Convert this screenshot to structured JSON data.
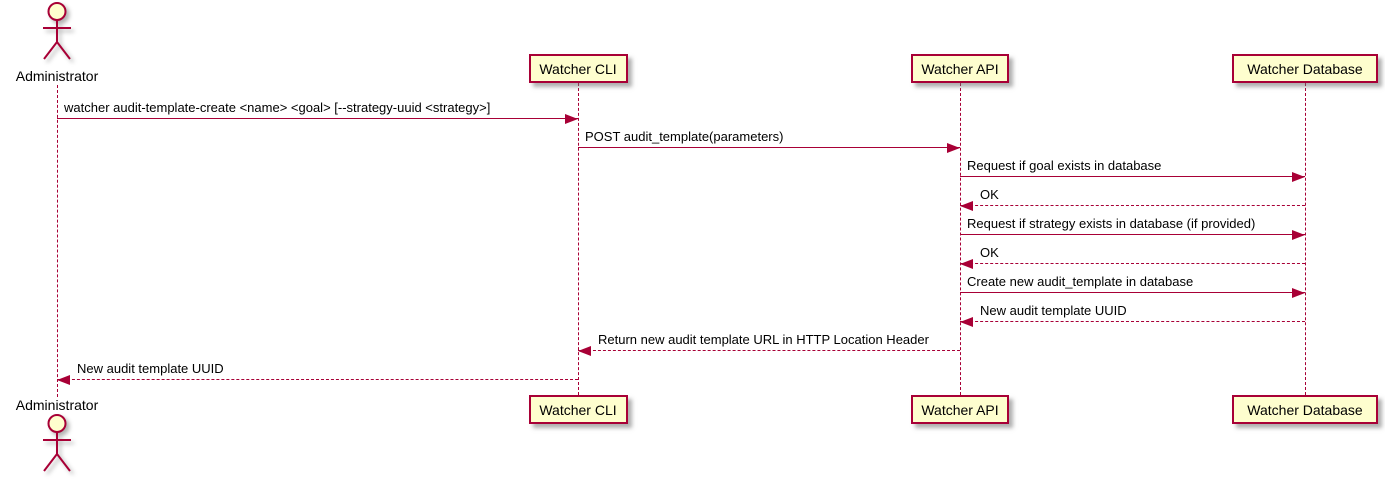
{
  "diagram": {
    "type": "sequence-diagram",
    "participants": [
      {
        "id": "administrator",
        "kind": "actor",
        "label": "Administrator"
      },
      {
        "id": "watcher-cli",
        "kind": "participant",
        "label": "Watcher CLI"
      },
      {
        "id": "watcher-api",
        "kind": "participant",
        "label": "Watcher API"
      },
      {
        "id": "watcher-database",
        "kind": "participant",
        "label": "Watcher Database"
      }
    ],
    "messages": [
      {
        "from": "administrator",
        "to": "watcher-cli",
        "text": "watcher audit-template-create <name> <goal> [--strategy-uuid <strategy>]",
        "line": "solid"
      },
      {
        "from": "watcher-cli",
        "to": "watcher-api",
        "text": "POST audit_template(parameters)",
        "line": "solid"
      },
      {
        "from": "watcher-api",
        "to": "watcher-database",
        "text": "Request if goal exists in database",
        "line": "solid"
      },
      {
        "from": "watcher-database",
        "to": "watcher-api",
        "text": "OK",
        "line": "dashed"
      },
      {
        "from": "watcher-api",
        "to": "watcher-database",
        "text": "Request if strategy exists in database (if provided)",
        "line": "solid"
      },
      {
        "from": "watcher-database",
        "to": "watcher-api",
        "text": "OK",
        "line": "dashed"
      },
      {
        "from": "watcher-api",
        "to": "watcher-database",
        "text": "Create new audit_template in database",
        "line": "solid"
      },
      {
        "from": "watcher-database",
        "to": "watcher-api",
        "text": "New audit template UUID",
        "line": "dashed"
      },
      {
        "from": "watcher-api",
        "to": "watcher-cli",
        "text": "Return new audit template URL in HTTP Location Header",
        "line": "dashed"
      },
      {
        "from": "watcher-cli",
        "to": "administrator",
        "text": "New audit template UUID",
        "line": "dashed"
      }
    ]
  },
  "colors": {
    "accent": "#A80036",
    "participant_fill": "#FEFECE",
    "message_text": "#000000",
    "background": "#FFFFFF"
  }
}
